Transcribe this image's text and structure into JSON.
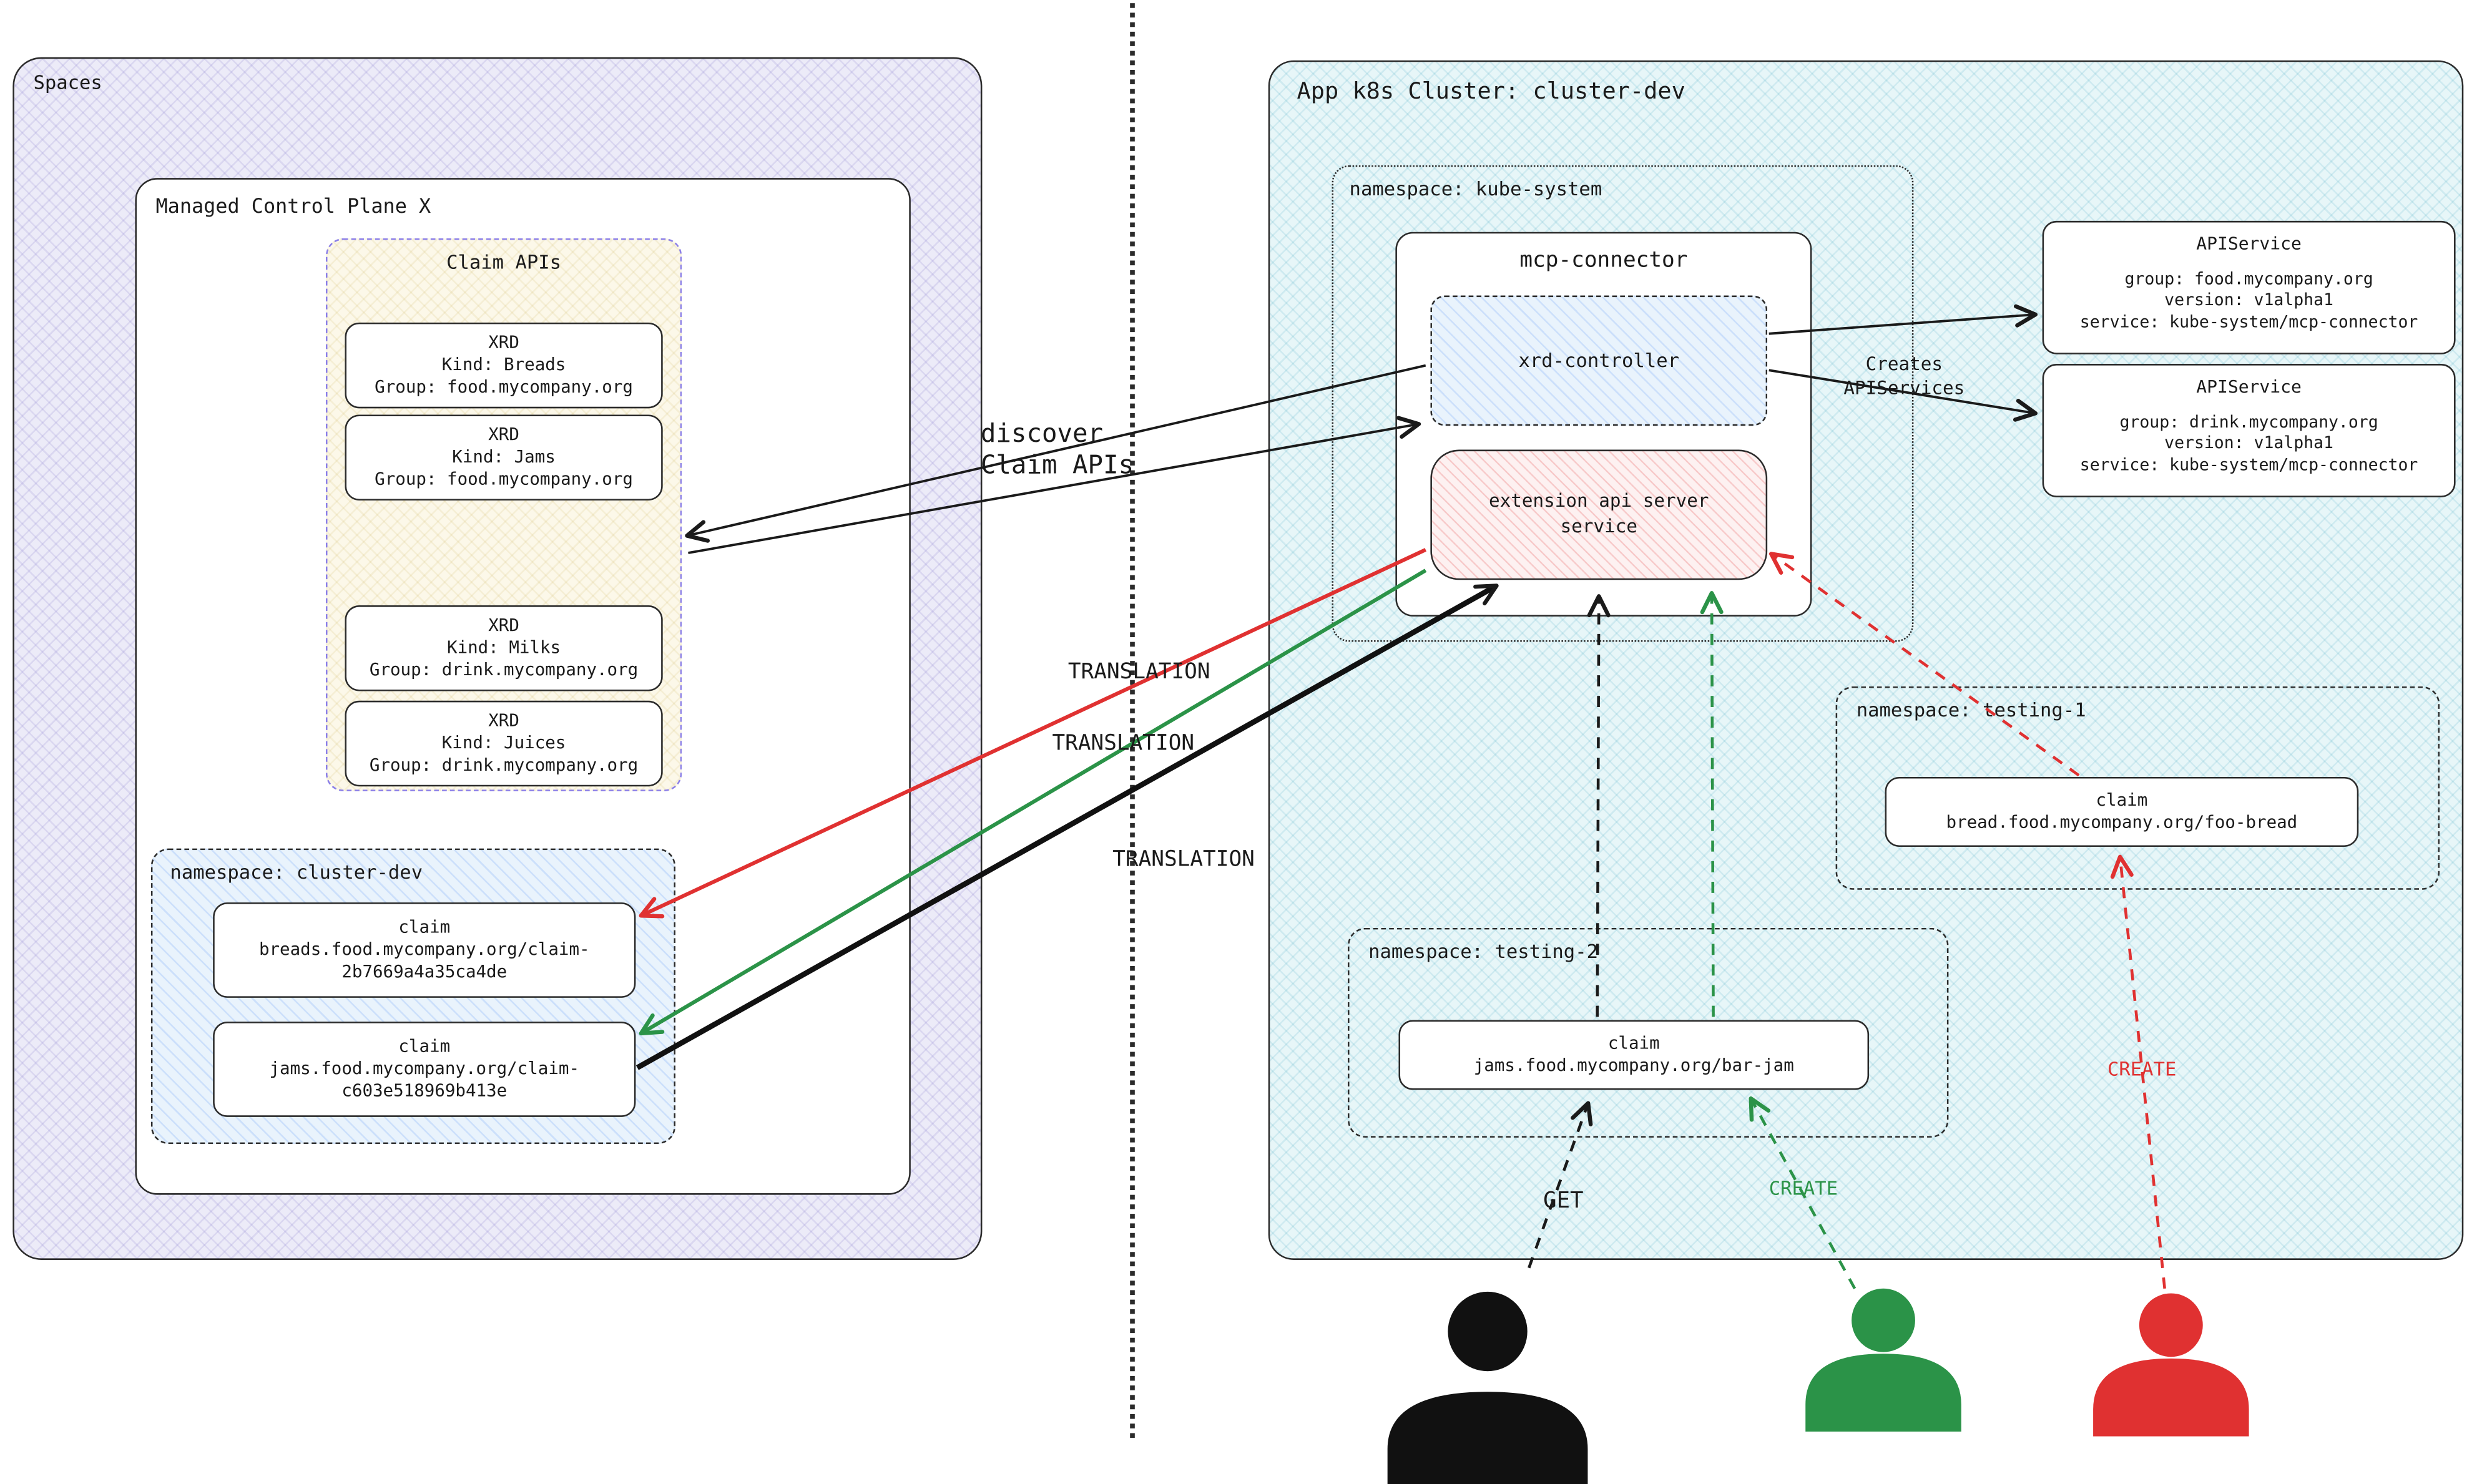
{
  "colors": {
    "red": "#e03131",
    "green": "#2b9348",
    "black": "#1a1a1a",
    "claim_apis_border": "#8b7fe8"
  },
  "spaces": {
    "title": "Spaces",
    "control_plane": {
      "title": "Managed Control Plane X",
      "claim_apis": {
        "title": "Claim APIs",
        "xrds": [
          {
            "type": "XRD",
            "kind": "Kind: Breads",
            "group": "Group: food.mycompany.org"
          },
          {
            "type": "XRD",
            "kind": "Kind: Jams",
            "group": "Group: food.mycompany.org"
          },
          {
            "type": "XRD",
            "kind": "Kind: Milks",
            "group": "Group: drink.mycompany.org"
          },
          {
            "type": "XRD",
            "kind": "Kind: Juices",
            "group": "Group: drink.mycompany.org"
          }
        ]
      },
      "namespace_cluster_dev": {
        "title": "namespace: cluster-dev",
        "claims": [
          {
            "label": "claim",
            "line1": "breads.food.mycompany.org/claim-",
            "line2": "2b7669a4a35ca4de"
          },
          {
            "label": "claim",
            "line1": "jams.food.mycompany.org/claim-",
            "line2": "c603e518969b413e"
          }
        ]
      }
    }
  },
  "cluster": {
    "title": "App k8s Cluster: cluster-dev",
    "kube_system": {
      "title": "namespace: kube-system",
      "mcp_connector": {
        "title": "mcp-connector",
        "xrd_controller": "xrd-controller",
        "extension_api_server_line1": "extension api server",
        "extension_api_server_line2": "service"
      }
    },
    "apiservices": [
      {
        "title": "APIService",
        "group": "group: food.mycompany.org",
        "version": "version: v1alpha1",
        "service": "service: kube-system/mcp-connector"
      },
      {
        "title": "APIService",
        "group": "group: drink.mycompany.org",
        "version": "version: v1alpha1",
        "service": "service: kube-system/mcp-connector"
      }
    ],
    "testing1": {
      "title": "namespace: testing-1",
      "claim_label": "claim",
      "claim_name": "bread.food.mycompany.org/foo-bread"
    },
    "testing2": {
      "title": "namespace: testing-2",
      "claim_label": "claim",
      "claim_name": "jams.food.mycompany.org/bar-jam"
    }
  },
  "labels": {
    "discover_line1": "discover",
    "discover_line2": "Claim APIs",
    "creates_line1": "Creates",
    "creates_line2": "APIServices",
    "translation_1": "TRANSLATION",
    "translation_2": "TRANSLATION",
    "translation_3": "TRANSLATION",
    "get": "GET",
    "create_green": "CREATE",
    "create_red": "CREATE"
  }
}
